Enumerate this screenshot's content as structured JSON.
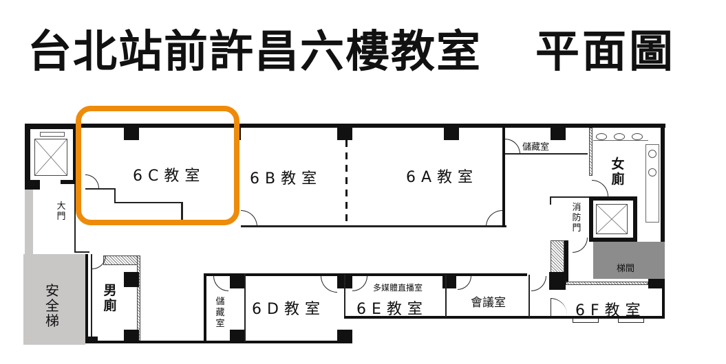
{
  "title": {
    "main": "台北站前許昌六樓教室",
    "suffix": "平面圖"
  },
  "highlight": {
    "room": "6C",
    "color": "#ee8b0a"
  },
  "rooms": {
    "room_6c": "6C教室",
    "room_6b": "6B教室",
    "room_6a": "6A教室",
    "room_6d": "6D教室",
    "room_6e": "6E教室",
    "room_6f": "6F教室",
    "meeting_room": "會議室",
    "multimedia_room": "多媒體直播室",
    "storage_top": "儲藏室",
    "storage_bottom": "儲藏室",
    "womens_restroom": "女廁",
    "mens_restroom": "男廁",
    "main_entrance": "大門",
    "fire_door": "消防門",
    "stairwell": "梯間",
    "safety_stairs": "安全梯"
  },
  "colors": {
    "wall": "#111111",
    "safety_stairs_fill": "#c9c6c6",
    "stairwell_fill": "#8c8c8c"
  }
}
